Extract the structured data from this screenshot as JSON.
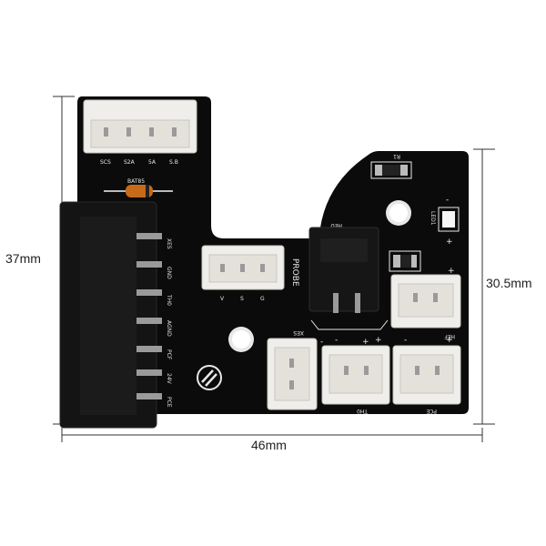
{
  "dimensions": {
    "height_left": "37mm",
    "height_right": "30.5mm",
    "width_bottom": "46mm"
  },
  "silkscreen": {
    "top_connector_pins": [
      "SCS",
      "S2A",
      "5A",
      "S.B"
    ],
    "diode_label": "BAT85",
    "resistor_label": "R1",
    "led_label": "LED1",
    "heu_label": "HEU",
    "probe_label": "PROBE",
    "probe_pins": [
      "V",
      "S",
      "G"
    ],
    "hef_label": "HEF",
    "xes_label": "XES",
    "th0_label": "TH0",
    "pce_label": "PCE",
    "minus": "-",
    "plus": "+",
    "main_pins": [
      "XES",
      "GND",
      "TH0",
      "AGND",
      "PCF",
      "24V",
      "PCE"
    ]
  },
  "colors": {
    "pcb": "#0b0b0b",
    "connector": "#f0eeea",
    "silk": "#e8e8e8",
    "dimension_line": "#333333"
  }
}
